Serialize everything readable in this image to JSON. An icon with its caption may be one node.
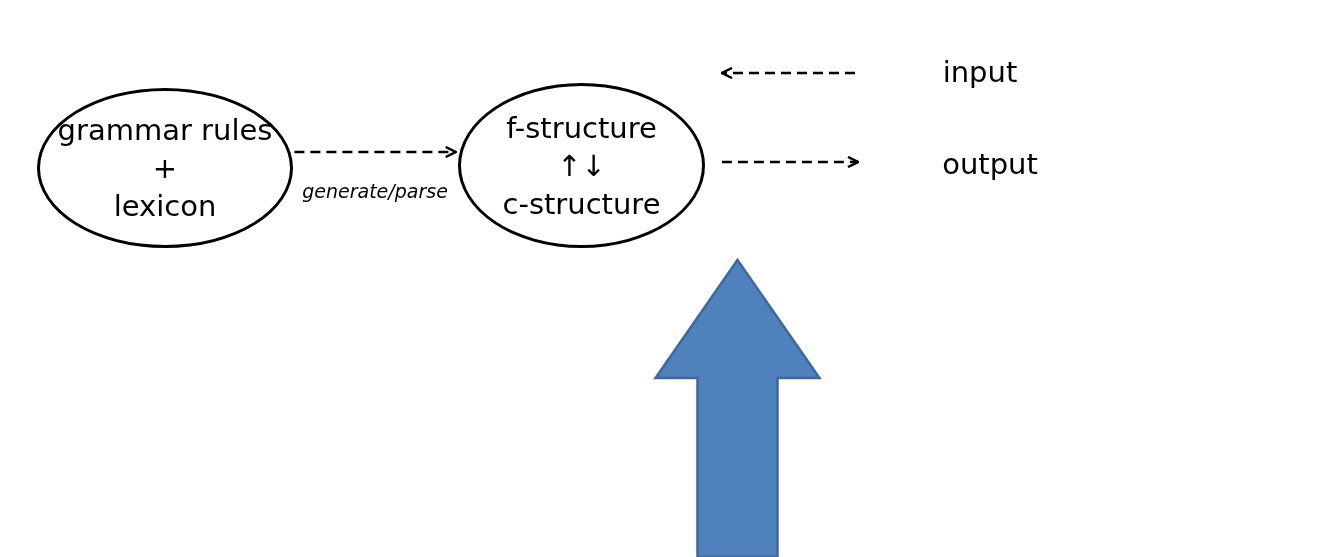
{
  "diagram": {
    "nodes": [
      {
        "text": [
          "grammar rules",
          "+",
          "lexicon"
        ]
      },
      {
        "text": [
          "f-structure",
          "↑↓",
          "c-structure"
        ]
      },
      {
        "text": [
          "input"
        ]
      },
      {
        "text": [
          "output"
        ]
      }
    ],
    "edges": [
      {
        "from": 0,
        "to": 1,
        "arrow": "to",
        "style": "dashed",
        "label": "generate/parse"
      },
      {
        "from": 2,
        "to": 1,
        "arrow": "to",
        "style": "dashed"
      },
      {
        "from": 1,
        "to": 3,
        "arrow": "to",
        "style": "dashed"
      },
      {
        "from": null,
        "to": 1,
        "arrow": "to",
        "style": "thick",
        "color": "#4f81bd"
      }
    ]
  }
}
